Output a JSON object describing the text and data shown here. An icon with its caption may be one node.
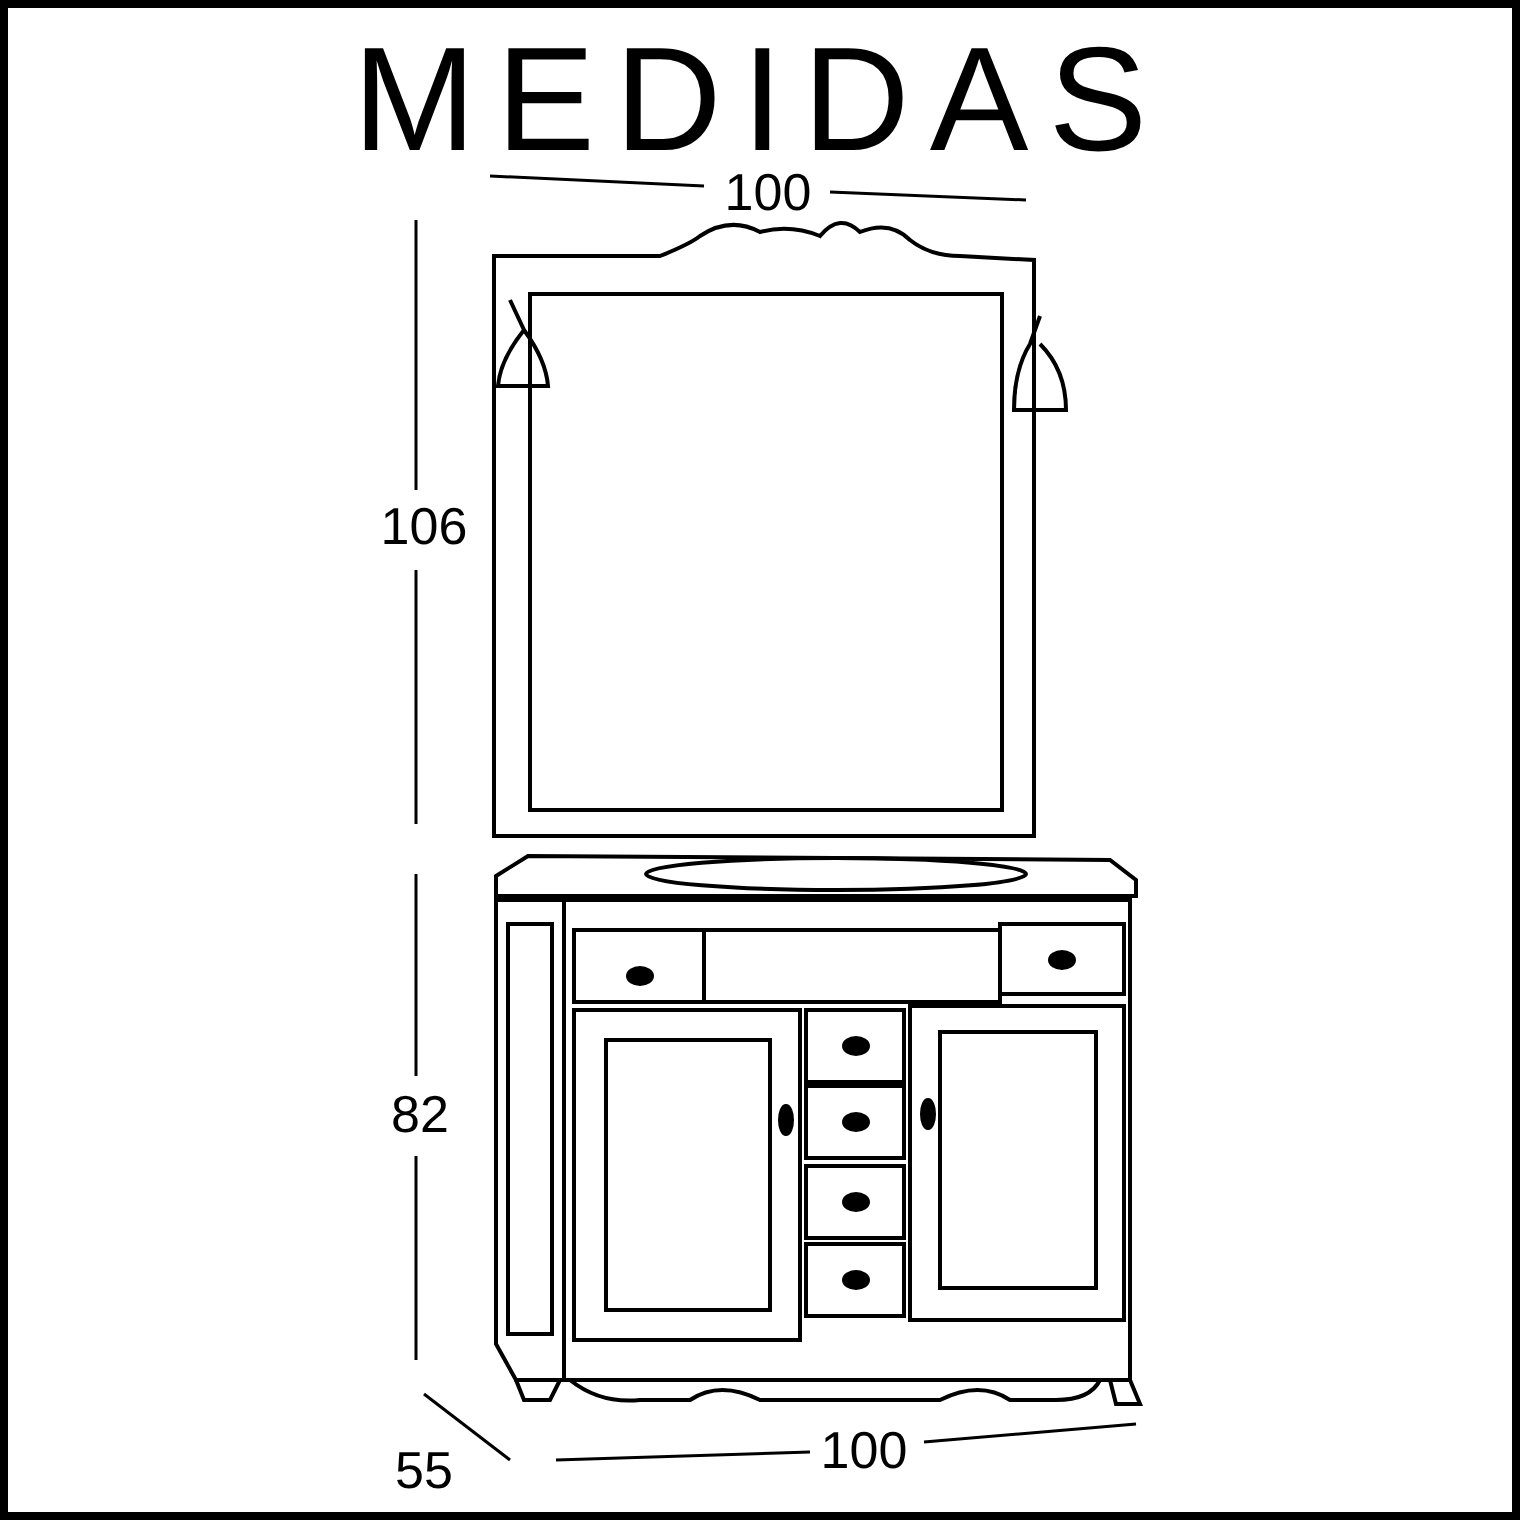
{
  "diagram": {
    "title": "MEDIDAS",
    "labels": [
      "100",
      "106",
      "82",
      "55",
      "100"
    ]
  }
}
